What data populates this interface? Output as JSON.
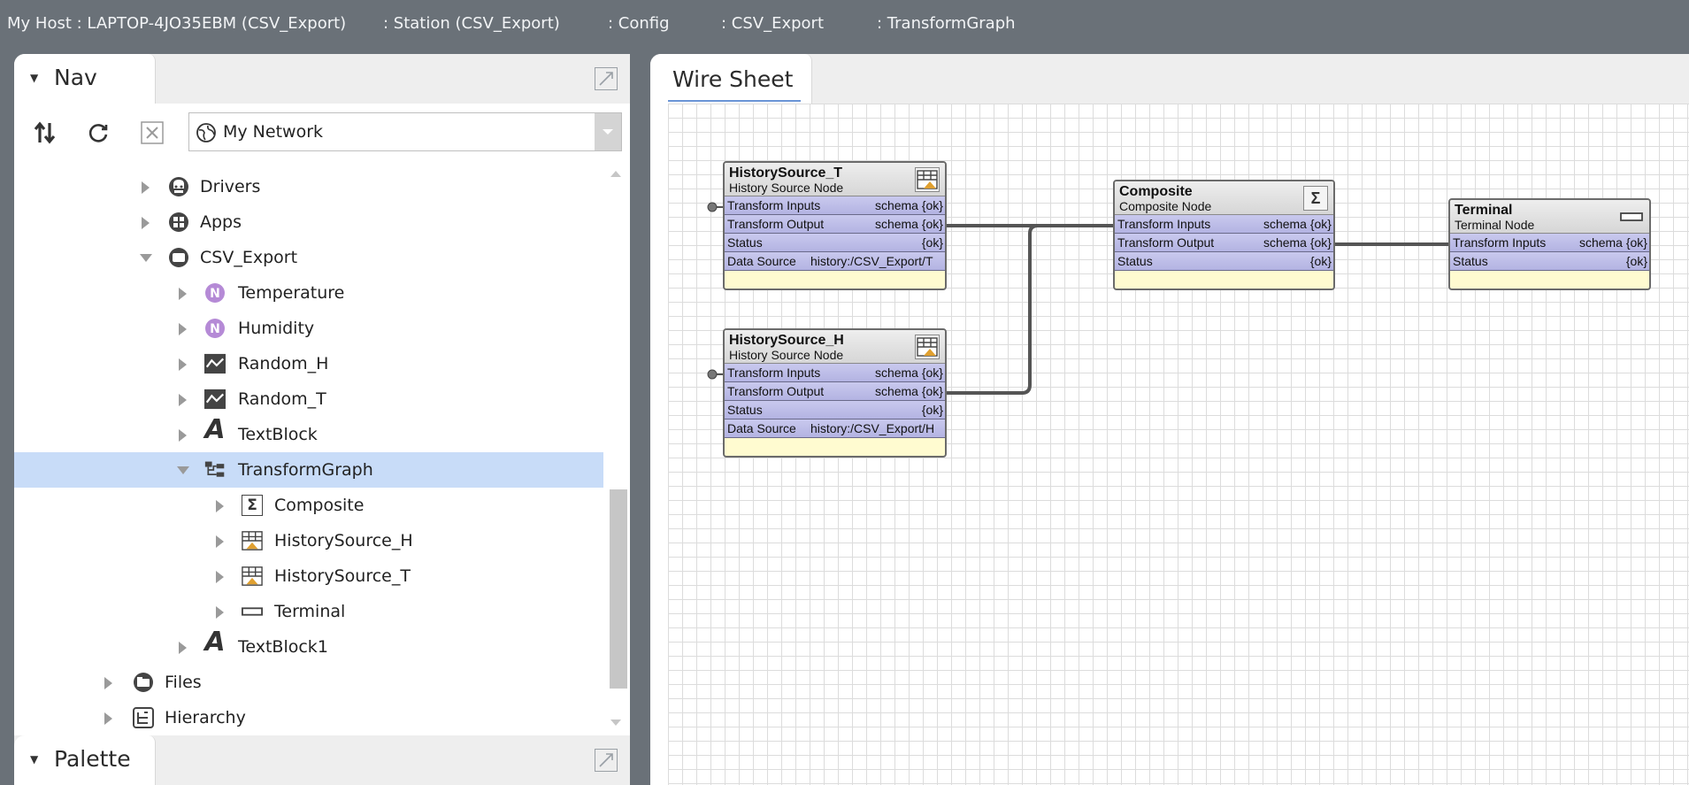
{
  "breadcrumb": [
    {
      "label": "My Host : LAPTOP-4JO35EBM (CSV_Export)"
    },
    {
      "label": ": Station (CSV_Export)"
    },
    {
      "label": ": Config"
    },
    {
      "label": ": CSV_Export"
    },
    {
      "label": ": TransformGraph"
    }
  ],
  "nav": {
    "title": "Nav",
    "network_select": "My Network",
    "tree": [
      {
        "label": "Drivers",
        "icon": "drivers-icon"
      },
      {
        "label": "Apps",
        "icon": "apps-icon"
      },
      {
        "label": "CSV_Export",
        "icon": "station-folder-icon"
      },
      {
        "label": "Temperature",
        "icon": "numeric-point-icon",
        "badge": "N"
      },
      {
        "label": "Humidity",
        "icon": "numeric-point-icon",
        "badge": "N"
      },
      {
        "label": "Random_H",
        "icon": "ramp-icon"
      },
      {
        "label": "Random_T",
        "icon": "ramp-icon"
      },
      {
        "label": "TextBlock",
        "icon": "text-block-icon",
        "glyph": "A"
      },
      {
        "label": "TransformGraph",
        "icon": "transform-graph-icon"
      },
      {
        "label": "Composite",
        "icon": "composite-icon",
        "glyph": "Σ"
      },
      {
        "label": "HistorySource_H",
        "icon": "history-source-icon"
      },
      {
        "label": "HistorySource_T",
        "icon": "history-source-icon"
      },
      {
        "label": "Terminal",
        "icon": "terminal-icon"
      },
      {
        "label": "TextBlock1",
        "icon": "text-block-icon",
        "glyph": "A"
      },
      {
        "label": "Files",
        "icon": "files-icon"
      },
      {
        "label": "Hierarchy",
        "icon": "hierarchy-icon"
      }
    ]
  },
  "palette": {
    "title": "Palette"
  },
  "wiresheet": {
    "tab": "Wire Sheet",
    "nodes": {
      "history_t": {
        "name": "HistorySource_T",
        "type": "History Source Node",
        "slots": [
          {
            "name": "Transform Inputs",
            "value": "schema {ok}"
          },
          {
            "name": "Transform Output",
            "value": "schema {ok}"
          },
          {
            "name": "Status",
            "value": "{ok}"
          },
          {
            "name": "Data Source",
            "value": "history:/CSV_Export/T"
          }
        ]
      },
      "history_h": {
        "name": "HistorySource_H",
        "type": "History Source Node",
        "slots": [
          {
            "name": "Transform Inputs",
            "value": "schema {ok}"
          },
          {
            "name": "Transform Output",
            "value": "schema {ok}"
          },
          {
            "name": "Status",
            "value": "{ok}"
          },
          {
            "name": "Data Source",
            "value": "history:/CSV_Export/H"
          }
        ]
      },
      "composite": {
        "name": "Composite",
        "type": "Composite Node",
        "glyph": "Σ",
        "slots": [
          {
            "name": "Transform Inputs",
            "value": "schema {ok}"
          },
          {
            "name": "Transform Output",
            "value": "schema {ok}"
          },
          {
            "name": "Status",
            "value": "{ok}"
          }
        ]
      },
      "terminal": {
        "name": "Terminal",
        "type": "Terminal Node",
        "slots": [
          {
            "name": "Transform Inputs",
            "value": "schema {ok}"
          },
          {
            "name": "Status",
            "value": "{ok}"
          }
        ]
      }
    }
  },
  "colors": {
    "topbar": "#6a7178",
    "selection": "#c8dcf8",
    "slot": "#b9b9e6",
    "node_footer": "#fffbd0",
    "badge": "#b58ad6"
  }
}
